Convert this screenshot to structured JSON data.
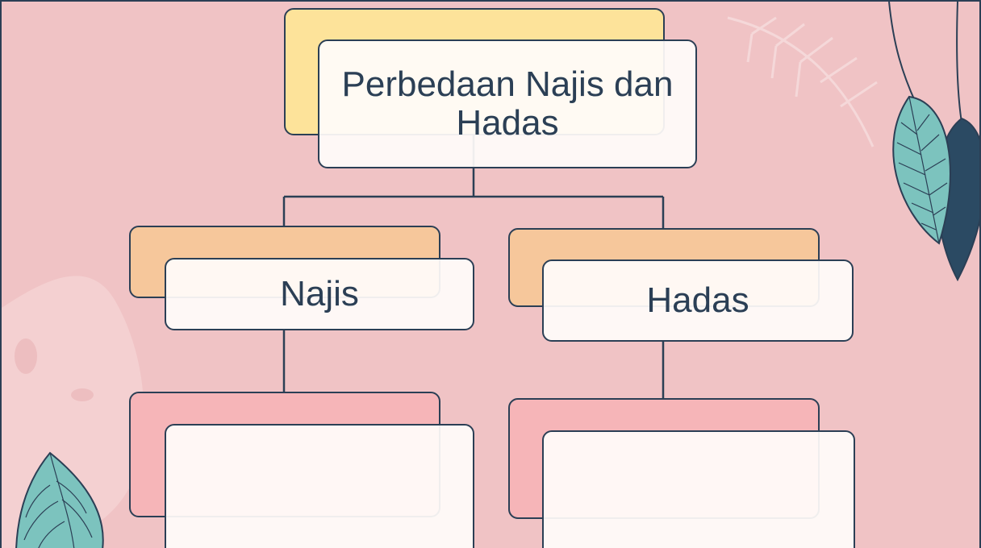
{
  "diagram": {
    "title": "Perbedaan Najis dan Hadas",
    "nodes": [
      {
        "id": "najis",
        "label": "Najis"
      },
      {
        "id": "hadas",
        "label": "Hadas"
      }
    ],
    "detail_boxes": [
      {
        "parent": "najis",
        "label": ""
      },
      {
        "parent": "hadas",
        "label": ""
      }
    ]
  },
  "colors": {
    "background": "#f0c3c5",
    "outline": "#2b3f55",
    "title_back": "#fde39a",
    "node_back": "#f6c79b",
    "detail_back": "#f6b5b8",
    "leaf_teal": "#7cc3be",
    "leaf_dark": "#2b4a63"
  }
}
